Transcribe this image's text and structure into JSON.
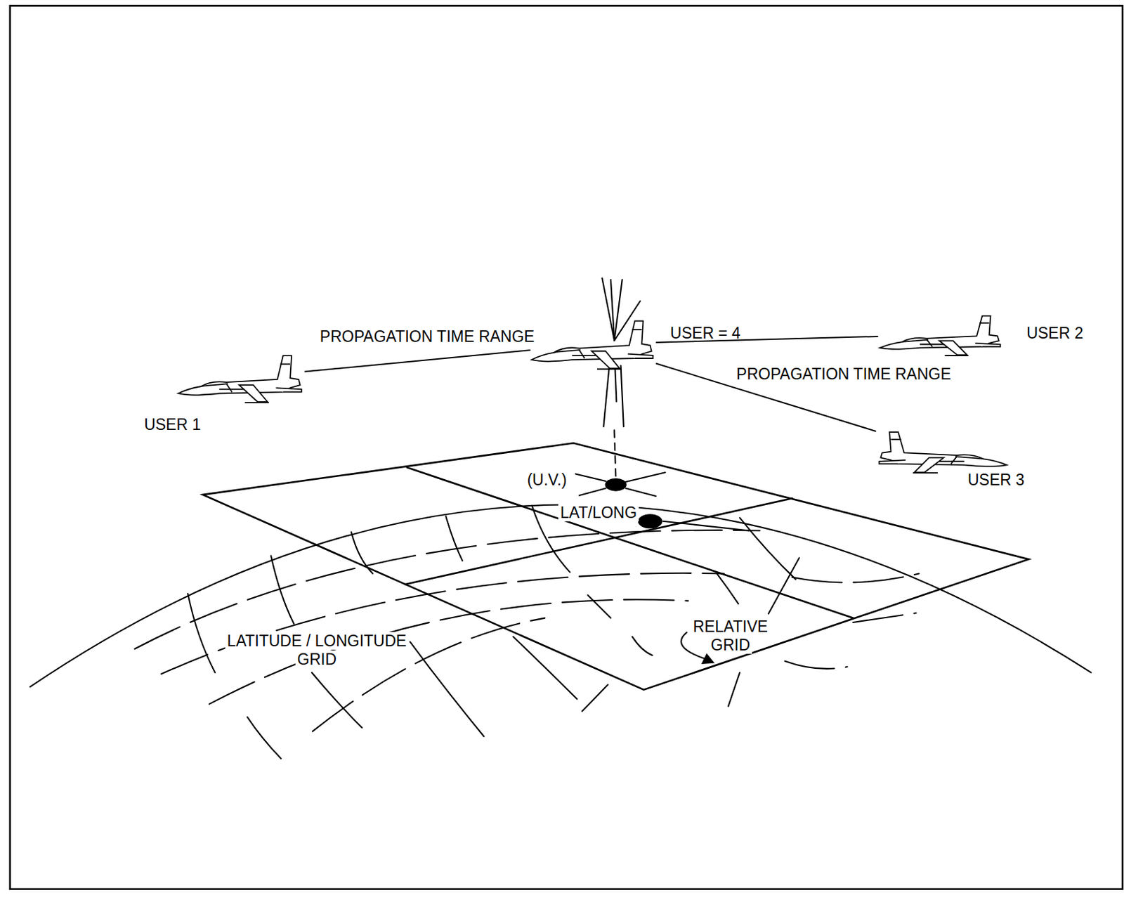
{
  "diagram": {
    "nodes": [
      {
        "text": [
          "USER = 4"
        ]
      },
      {
        "text": [
          "USER 1"
        ]
      },
      {
        "text": [
          "USER 2"
        ]
      },
      {
        "text": [
          "USER 3"
        ]
      }
    ],
    "edges": [
      {
        "from": 0,
        "to": 1,
        "arrow": "none",
        "label": "PROPAGATION TIME RANGE"
      },
      {
        "from": 0,
        "to": 2,
        "arrow": "none",
        "label": "PROPAGATION TIME RANGE"
      },
      {
        "from": 0,
        "to": 3,
        "arrow": "none"
      }
    ],
    "labels": [
      "(U.V.)",
      "LAT/LONG",
      "LATITUDE / LONGITUDE GRID",
      "RELATIVE GRID"
    ]
  }
}
